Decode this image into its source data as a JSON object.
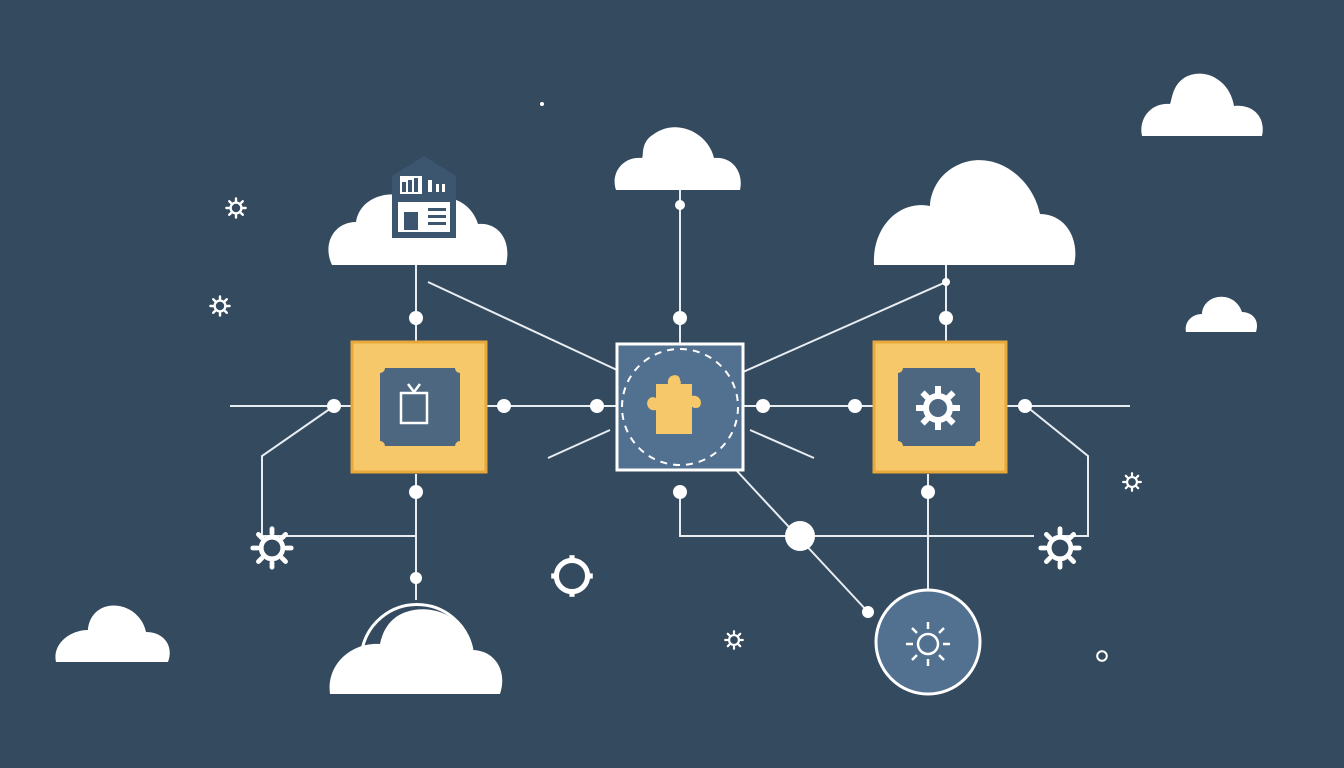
{
  "colors": {
    "background": "#344a5f",
    "cloud": "#ffffff",
    "line": "#e8edf2",
    "node_fill": "#f6c86a",
    "node_border": "#e8a83a",
    "node_inner": "#4d6780",
    "center_fill": "#52708f",
    "icon_dark": "#3c5670",
    "puzzle": "#f6c86a"
  },
  "nodes": [
    {
      "id": "left-module",
      "icon": "tv-icon"
    },
    {
      "id": "center-hub",
      "icon": "puzzle-piece-icon"
    },
    {
      "id": "right-module",
      "icon": "gear-icon"
    },
    {
      "id": "bottom-hub",
      "icon": "sun-icon"
    }
  ],
  "clouds": [
    {
      "id": "cloud-with-building",
      "icon": "building-icon"
    },
    {
      "id": "cloud-top-center"
    },
    {
      "id": "cloud-top-right-large"
    },
    {
      "id": "cloud-far-top-right"
    },
    {
      "id": "cloud-small-right"
    },
    {
      "id": "cloud-bottom-left"
    },
    {
      "id": "cloud-bottom-center"
    }
  ],
  "decorations": [
    "gear-icon",
    "sparkle-dot"
  ]
}
